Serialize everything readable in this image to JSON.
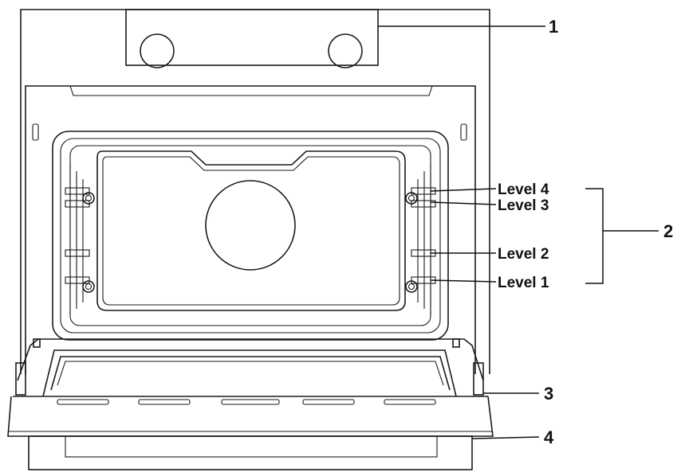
{
  "callouts": {
    "c1": "1",
    "c2": "2",
    "c3": "3",
    "c4": "4"
  },
  "levels": [
    "Level 4",
    "Level 3",
    "Level 2",
    "Level 1"
  ]
}
